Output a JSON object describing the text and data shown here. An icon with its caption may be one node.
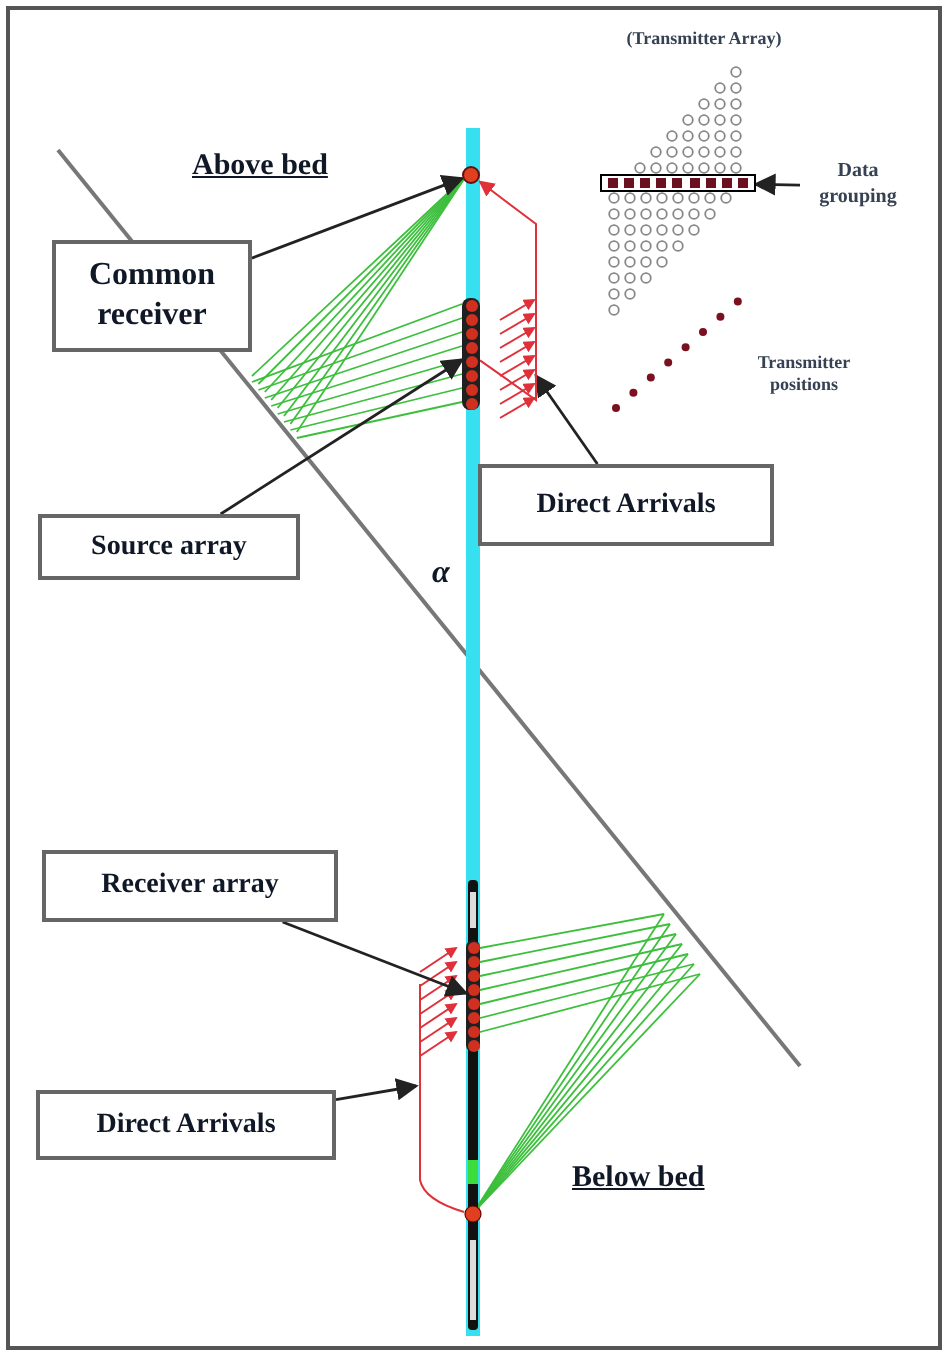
{
  "diagram": {
    "nodes": [
      {
        "text": [
          "Common receiver"
        ]
      },
      {
        "text": [],
        "shape": "circle"
      },
      {
        "text": [
          "Source array"
        ]
      },
      {
        "text": [],
        "shape": "bar"
      },
      {
        "text": [
          "Direct Arrivals"
        ]
      },
      {
        "text": [
          "Receiver array"
        ]
      },
      {
        "text": [],
        "shape": "bar"
      },
      {
        "text": [
          "Direct Arrivals"
        ]
      },
      {
        "text": [
          "Data grouping"
        ]
      },
      {
        "text": [],
        "shape": "bar"
      }
    ],
    "edges": [
      {
        "from": 0,
        "to": 1,
        "arrow": "to"
      },
      {
        "from": 2,
        "to": 3,
        "arrow": "to"
      },
      {
        "from": 4,
        "to": null,
        "arrow": "to"
      },
      {
        "from": 5,
        "to": 6,
        "arrow": "to"
      },
      {
        "from": 7,
        "to": null,
        "arrow": "to"
      },
      {
        "from": 8,
        "to": 9,
        "arrow": "to"
      },
      {
        "from": 3,
        "to": 1,
        "arrow": "to",
        "color": "#e0303a"
      }
    ],
    "labels": [
      "(Transmitter Array)",
      "Above bed",
      "Transmitter positions",
      "α",
      "Below bed"
    ]
  }
}
